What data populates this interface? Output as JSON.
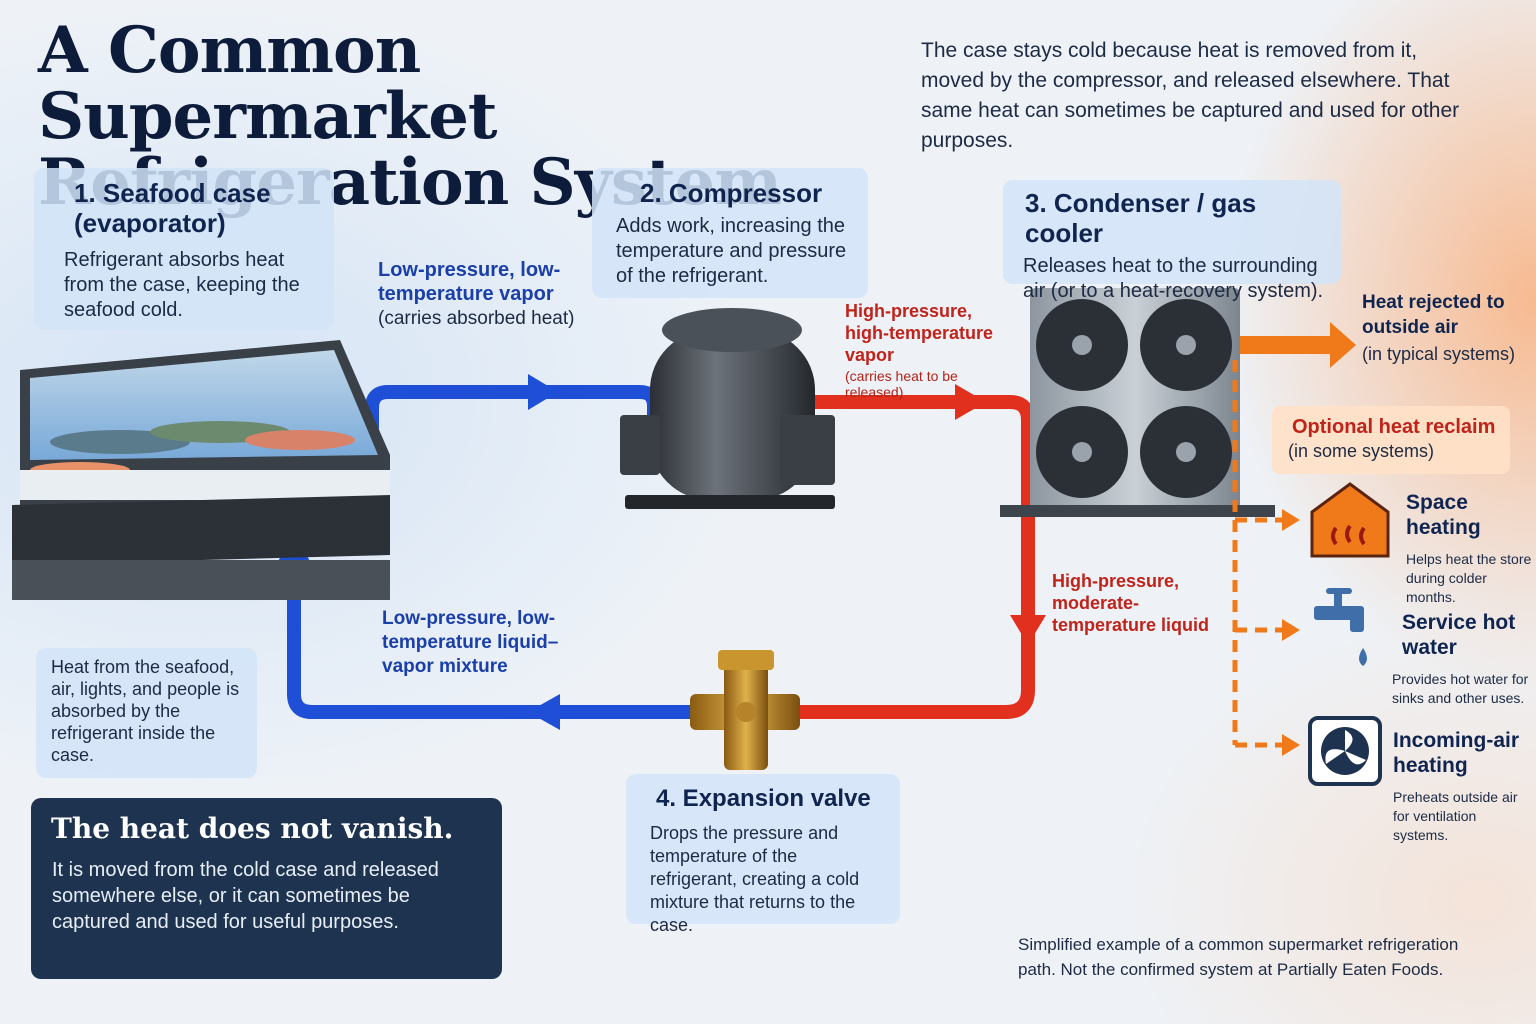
{
  "title": "A Common Supermarket Refrigeration System",
  "intro": "The case stays cold because heat is removed from it, moved by the compressor, and released elsewhere. That same heat can sometimes be captured and used for other purposes.",
  "steps": {
    "evaporator": {
      "title": "1. Seafood case (evaporator)",
      "desc": "Refrigerant absorbs heat from the case, keeping the seafood cold."
    },
    "compressor": {
      "title": "2. Compressor",
      "desc": "Adds work, increasing the temperature and pressure of the refrigerant."
    },
    "condenser": {
      "title": "3. Condenser / gas cooler",
      "desc": "Releases heat to the surrounding air (or to a heat-recovery system)."
    },
    "valve": {
      "title": "4. Expansion valve",
      "desc": "Drops the pressure and temperature of the refrigerant, creating a cold mixture that returns to the case."
    }
  },
  "flow_labels": {
    "suction": {
      "title": "Low-pressure, low-temperature vapor",
      "note": "(carries absorbed heat)"
    },
    "discharge": {
      "title": "High-pressure, high-temperature vapor",
      "note": "(carries heat to be released)"
    },
    "liquid": {
      "title": "High-pressure, moderate-temperature liquid"
    },
    "mixture": {
      "title": "Low-pressure, low-temperature liquid–vapor mixture"
    }
  },
  "heat_note": "Heat from the seafood, air, lights, and people is absorbed by the refrigerant inside the case.",
  "callout": {
    "title": "The heat does not vanish.",
    "body": "It is moved from the cold case and released somewhere else, or it can sometimes be captured and used for useful purposes."
  },
  "rejected": {
    "title": "Heat rejected to outside air",
    "note": "(in typical systems)"
  },
  "reclaim": {
    "title": "Optional heat reclaim",
    "note": "(in some systems)",
    "uses": [
      {
        "title": "Space heating",
        "desc": "Helps heat the store during colder months.",
        "icon": "house-heat-icon"
      },
      {
        "title": "Service hot water",
        "desc": "Provides hot water for sinks and other uses.",
        "icon": "faucet-icon"
      },
      {
        "title": "Incoming-air heating",
        "desc": "Preheats outside air for ventilation systems.",
        "icon": "fan-icon"
      }
    ]
  },
  "footer": "Simplified example of a common supermarket refrigeration path. Not the confirmed system at Partially Eaten Foods.",
  "colors": {
    "cold": "#1f4fd6",
    "hot": "#e2301e",
    "heat": "#f07a1a",
    "dark": "#1d3350"
  }
}
